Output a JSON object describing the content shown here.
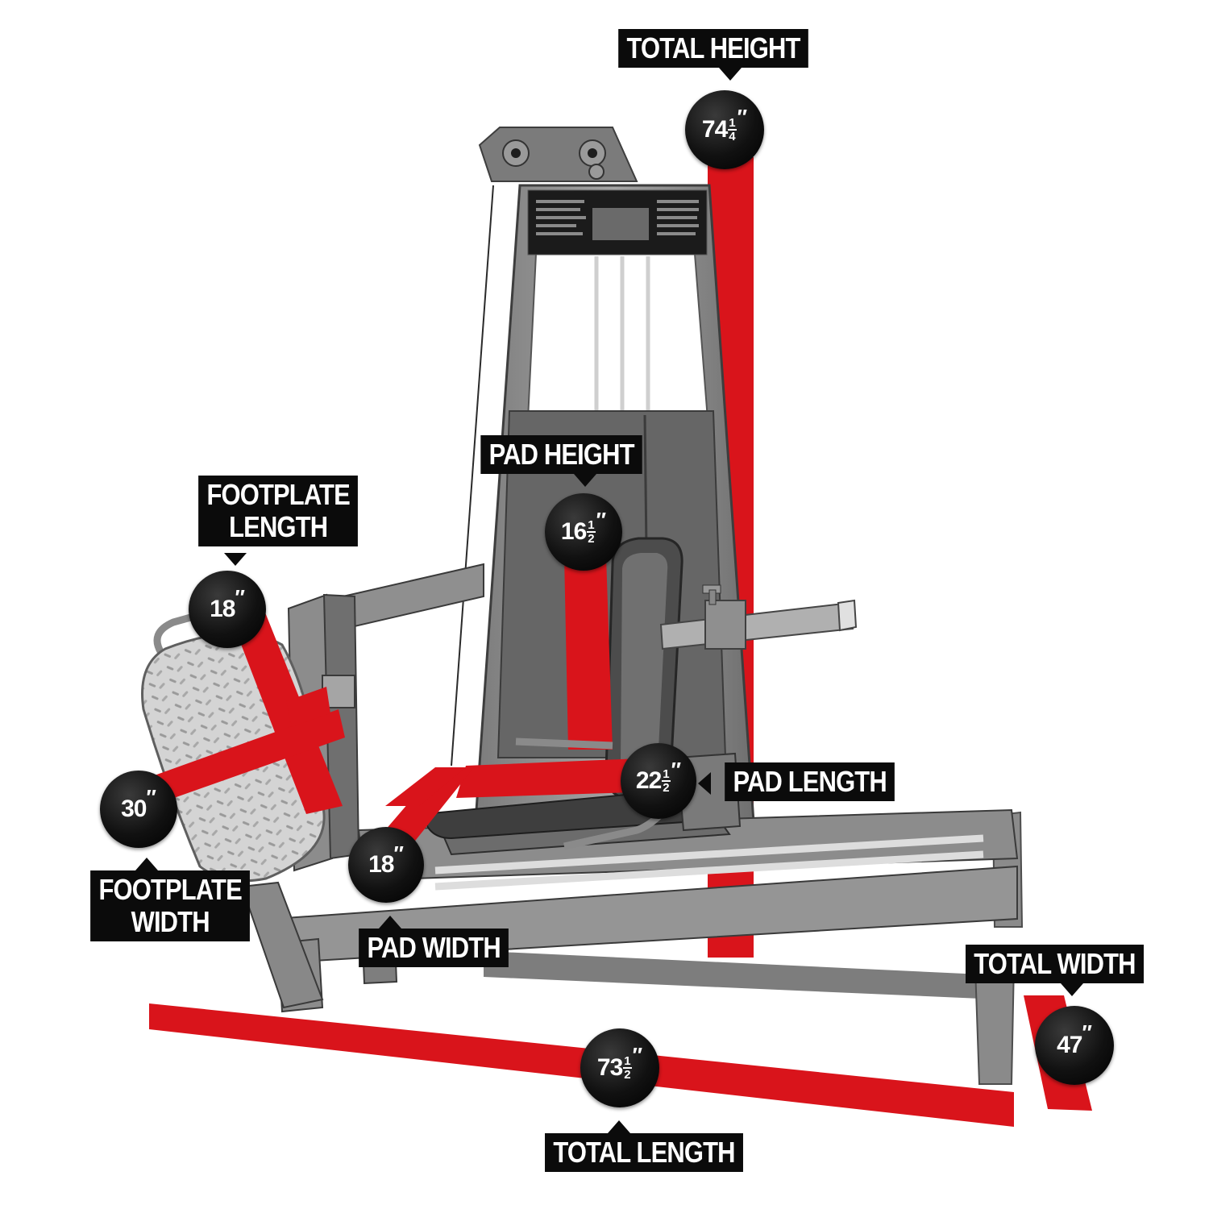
{
  "labels": {
    "total_height": "TOTAL HEIGHT",
    "pad_height": "PAD HEIGHT",
    "footplate_length": [
      "FOOTPLATE",
      "LENGTH"
    ],
    "pad_length": "PAD LENGTH",
    "footplate_width": [
      "FOOTPLATE",
      "WIDTH"
    ],
    "pad_width": "PAD WIDTH",
    "total_width": "TOTAL WIDTH",
    "total_length": "TOTAL LENGTH"
  },
  "measurements": {
    "total_height": {
      "whole": "74",
      "numerator": "1",
      "denominator": "4",
      "mark": "″"
    },
    "pad_height": {
      "whole": "16",
      "numerator": "1",
      "denominator": "2",
      "mark": "″"
    },
    "footplate_length": {
      "whole": "18",
      "mark": "″"
    },
    "pad_length": {
      "whole": "22",
      "numerator": "1",
      "denominator": "2",
      "mark": "″"
    },
    "footplate_width": {
      "whole": "30",
      "mark": "″"
    },
    "pad_width": {
      "whole": "18",
      "mark": "″"
    },
    "total_width": {
      "whole": "47",
      "mark": "″"
    },
    "total_length": {
      "whole": "73",
      "numerator": "1",
      "denominator": "2",
      "mark": "″"
    }
  },
  "colors": {
    "dimension_band": "#d9141b",
    "label_background": "#0b0b0b",
    "frame_gray": "#8d8d8d",
    "frame_dark": "#5e5e5e"
  }
}
